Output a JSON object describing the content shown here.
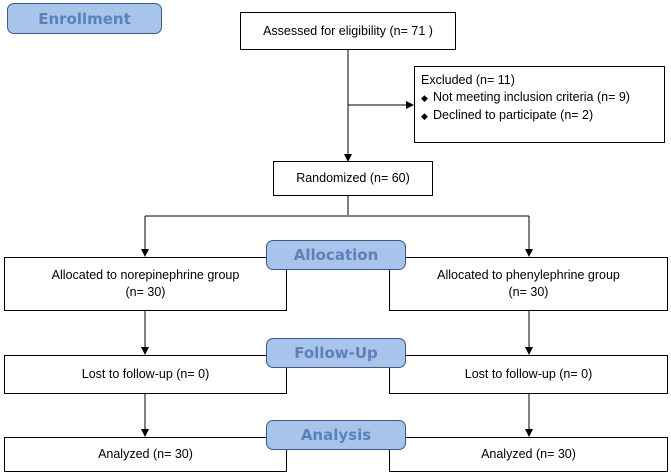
{
  "stages": {
    "enrollment": "Enrollment",
    "allocation": "Allocation",
    "followup": "Follow-Up",
    "analysis": "Analysis"
  },
  "assessed": "Assessed for eligibility (n= 71 )",
  "excluded": {
    "title": "Excluded (n= 11)",
    "items": [
      "Not meeting inclusion criteria (n= 9)",
      "Declined to participate (n= 2)"
    ],
    "bullet": "◆"
  },
  "randomized": "Randomized (n= 60)",
  "left": {
    "allocated_line1": "Allocated to norepinephrine group",
    "allocated_line2": "(n= 30)",
    "lost": "Lost to follow-up (n= 0)",
    "analyzed": "Analyzed (n= 30)"
  },
  "right": {
    "allocated_line1": "Allocated to phenylephrine group",
    "allocated_line2": "(n= 30)",
    "lost": "Lost to follow-up (n= 0)",
    "analyzed": "Analyzed (n= 30)"
  }
}
